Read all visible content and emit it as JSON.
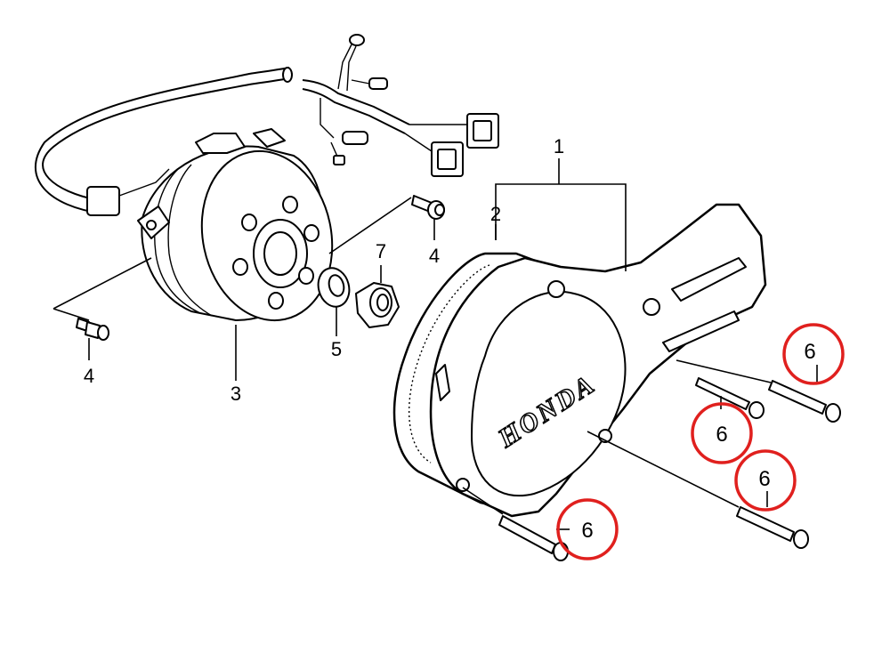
{
  "diagram": {
    "brand_text": "HONDA",
    "highlight_color": "#e0201e",
    "callouts": {
      "c1": "1",
      "c2": "2",
      "c3": "3",
      "c4a": "4",
      "c4b": "4",
      "c5": "5",
      "c6a": "6",
      "c6b": "6",
      "c6c": "6",
      "c6d": "6",
      "c7": "7"
    }
  }
}
